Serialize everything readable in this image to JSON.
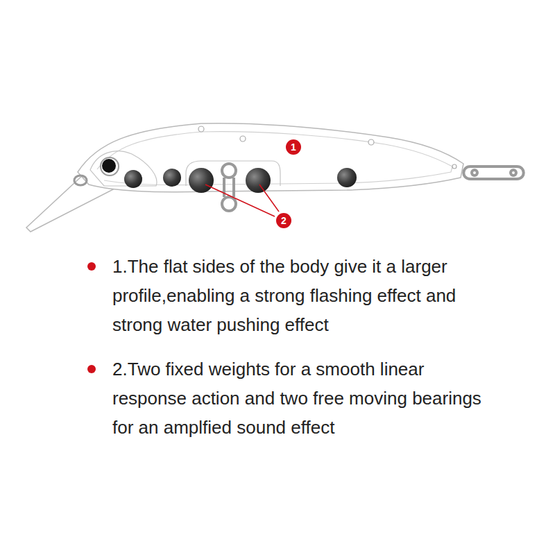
{
  "diagram": {
    "labels": [
      "1",
      "2",
      "1.The flat sides of the body give it a larger profile,enabling a strong flashing effect and strong water pushing effect",
      "2.Two fixed weights for a smooth linear response action and two free moving bearings for an amplfied sound effect"
    ]
  }
}
